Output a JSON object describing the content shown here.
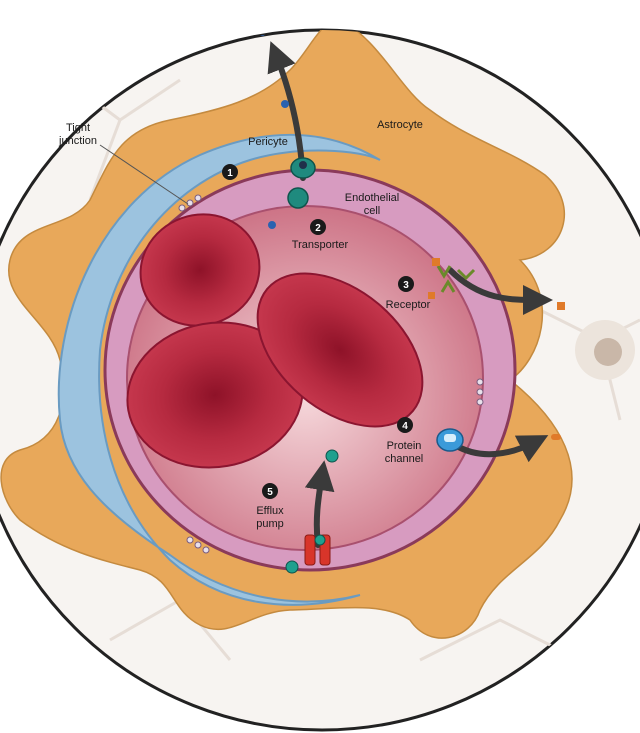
{
  "labels": {
    "tight_junction_1": "Tight",
    "tight_junction_2": "junction",
    "pericyte": "Pericyte",
    "astrocyte": "Astrocyte",
    "endothelial_1": "Endothelial",
    "endothelial_2": "cell",
    "transporter": "Transporter",
    "receptor": "Receptor",
    "protein_1": "Protein",
    "protein_2": "channel",
    "efflux_1": "Efflux",
    "efflux_2": "pump"
  },
  "markers": [
    "1",
    "2",
    "3",
    "4",
    "5"
  ],
  "colors": {
    "astrocyte": "#e8a85a",
    "pericyte": "#9cc3df",
    "endothelium": "#d79bc0",
    "lumen": "#f2c9cf",
    "blood_cell": "#b5253b",
    "arrow": "#3a3a3a",
    "transporter": "#1f8a7e",
    "protein_channel": "#3a9ad9",
    "efflux_pump": "#d8352a"
  }
}
